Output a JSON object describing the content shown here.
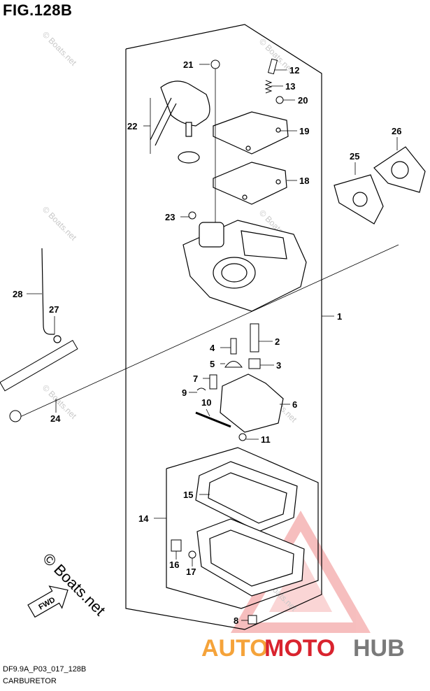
{
  "figure": {
    "title": "FIG.128B",
    "code": "DF9.9A_P03_017_128B",
    "name": "CARBURETOR"
  },
  "watermark": {
    "text": "© Boats.net",
    "large": "© Boats.net"
  },
  "brand": {
    "part1": "AUTO",
    "part2": "MOTO",
    "part3": "HUB",
    "color_orange": "#f5a33a",
    "color_red": "#d9232e",
    "color_gray": "#7a7a7a"
  },
  "fwd_label": "FWD",
  "callouts": [
    "1",
    "2",
    "3",
    "4",
    "5",
    "6",
    "7",
    "8",
    "9",
    "10",
    "11",
    "12",
    "13",
    "14",
    "15",
    "16",
    "17",
    "18",
    "19",
    "20",
    "21",
    "22",
    "23",
    "24",
    "25",
    "26",
    "27",
    "28"
  ]
}
